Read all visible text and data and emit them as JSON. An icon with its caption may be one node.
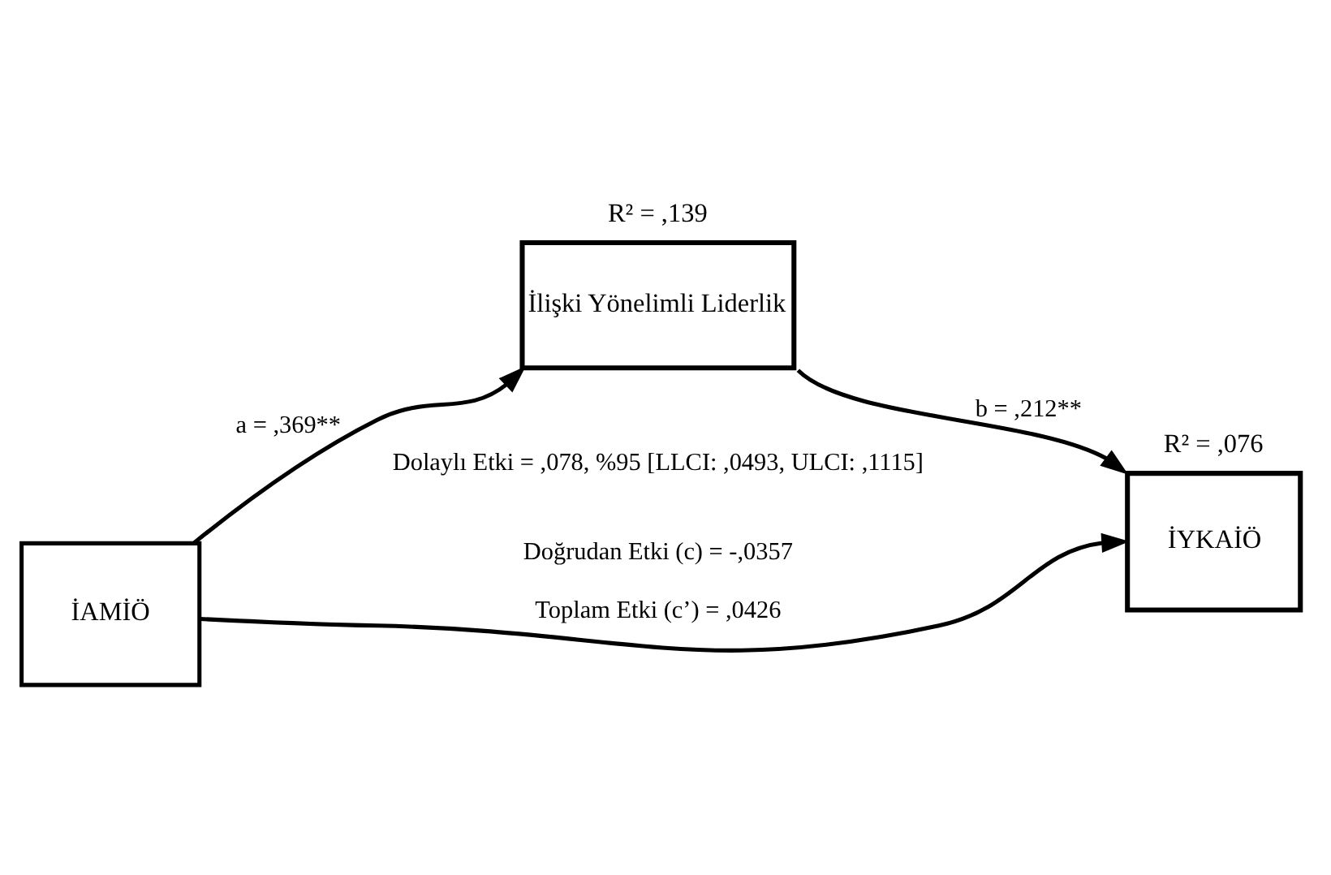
{
  "diagram": {
    "nodes": [
      {
        "text": [
          "İlişki Yönelimli Liderlik"
        ],
        "beside": [
          "R² = ,139"
        ]
      },
      {
        "text": [
          "İAMİÖ"
        ]
      },
      {
        "text": [
          "İYKAİÖ"
        ],
        "beside": [
          "R² = ,076"
        ]
      }
    ],
    "edges": [
      {
        "from": 1,
        "to": 0,
        "arrow": "to",
        "label": "a = ,369**"
      },
      {
        "from": 0,
        "to": 2,
        "arrow": "to",
        "label": "b = ,212**"
      },
      {
        "from": 1,
        "to": 2,
        "arrow": "to",
        "label": "Toplam Etki (c’) = ,0426"
      }
    ],
    "labels": [
      "Doğrudan Etki (c) = -,0357",
      "Dolaylı Etki = ,078, %95 [LLCI: ,0493, ULCI: ,1115]"
    ]
  }
}
